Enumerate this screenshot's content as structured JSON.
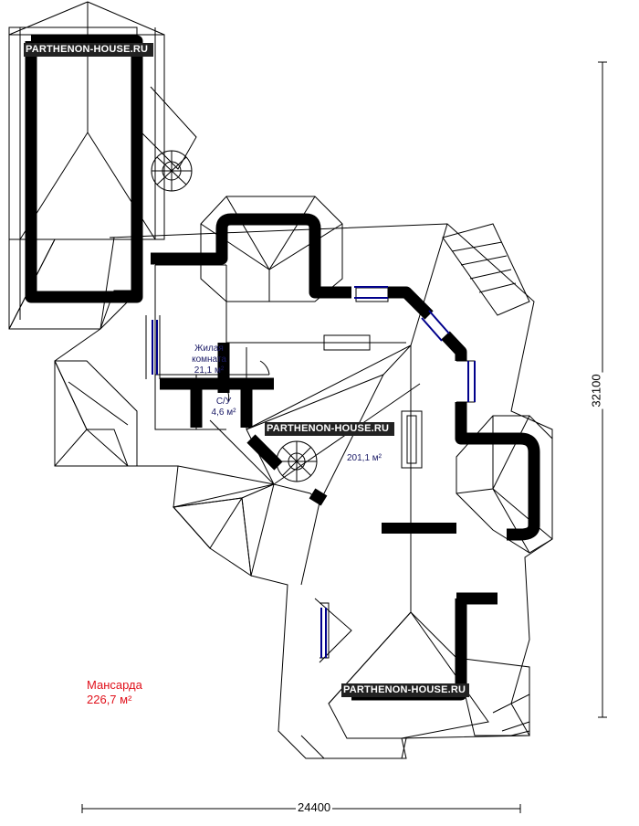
{
  "watermark": "PARTHENON-HOUSE.RU",
  "floor": {
    "name": "Мансарда",
    "area": "226,7 м²"
  },
  "rooms": [
    {
      "name": "Жилая",
      "name2": "комната",
      "area": "21,1 м²"
    },
    {
      "name": "С/У",
      "area": "4,6 м²"
    },
    {
      "area": "201,1 м²"
    }
  ],
  "dimensions": {
    "width": "24400",
    "height": "32100"
  }
}
